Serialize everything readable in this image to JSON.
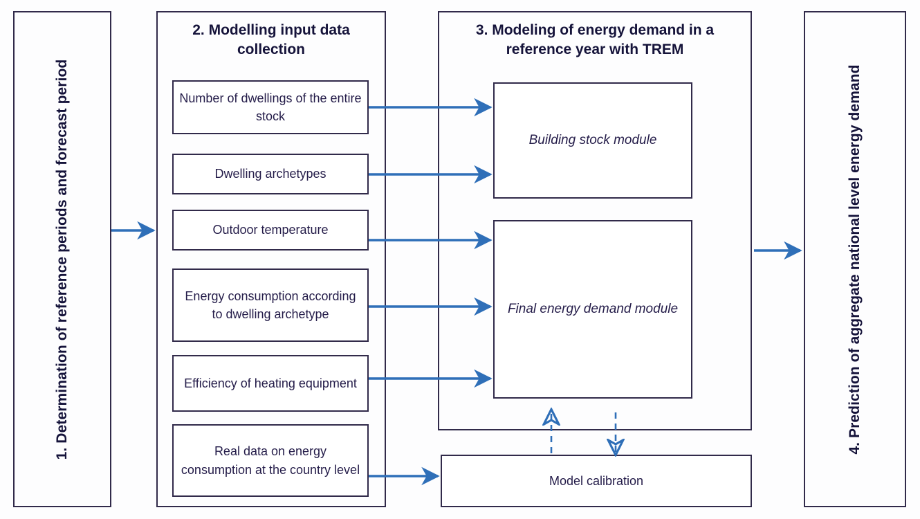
{
  "diagram": {
    "title_hidden": "",
    "accent_arrow_color": "#2f6fb8",
    "box_border_color": "#312a4a",
    "text_color": "#15133a"
  },
  "stages": {
    "stage1": {
      "label": "1. Determination of reference periods and forecast period"
    },
    "stage2": {
      "heading": "2. Modelling input data collection",
      "items": [
        {
          "label": "Number of dwellings of the entire stock"
        },
        {
          "label": "Dwelling archetypes"
        },
        {
          "label": "Outdoor temperature"
        },
        {
          "label": "Energy consumption according to dwelling archetype"
        },
        {
          "label": "Efficiency of heating equipment"
        },
        {
          "label": "Real data on energy consumption at the country level"
        }
      ]
    },
    "stage3": {
      "heading": "3. Modeling of energy demand in a reference year with TREM",
      "modules": [
        {
          "label": "Building stock module"
        },
        {
          "label": "Final energy demand module"
        }
      ],
      "calibration": {
        "label": "Model calibration"
      }
    },
    "stage4": {
      "label": "4. Prediction of aggregate national level energy demand"
    }
  },
  "connections": [
    {
      "from": "stage1",
      "to": "stage2",
      "style": "solid"
    },
    {
      "from": "stage2.item0",
      "to": "building-stock-module",
      "style": "solid"
    },
    {
      "from": "stage2.item1",
      "to": "building-stock-module",
      "style": "solid"
    },
    {
      "from": "stage2.item2",
      "to": "final-energy-demand-module",
      "style": "solid"
    },
    {
      "from": "stage2.item3",
      "to": "final-energy-demand-module",
      "style": "solid"
    },
    {
      "from": "stage2.item4",
      "to": "final-energy-demand-module",
      "style": "solid"
    },
    {
      "from": "stage2.item5",
      "to": "model-calibration",
      "style": "solid"
    },
    {
      "from": "model-calibration",
      "to": "stage3",
      "style": "dashed"
    },
    {
      "from": "stage3",
      "to": "model-calibration",
      "style": "dashed"
    },
    {
      "from": "stage3",
      "to": "stage4",
      "style": "solid"
    }
  ]
}
